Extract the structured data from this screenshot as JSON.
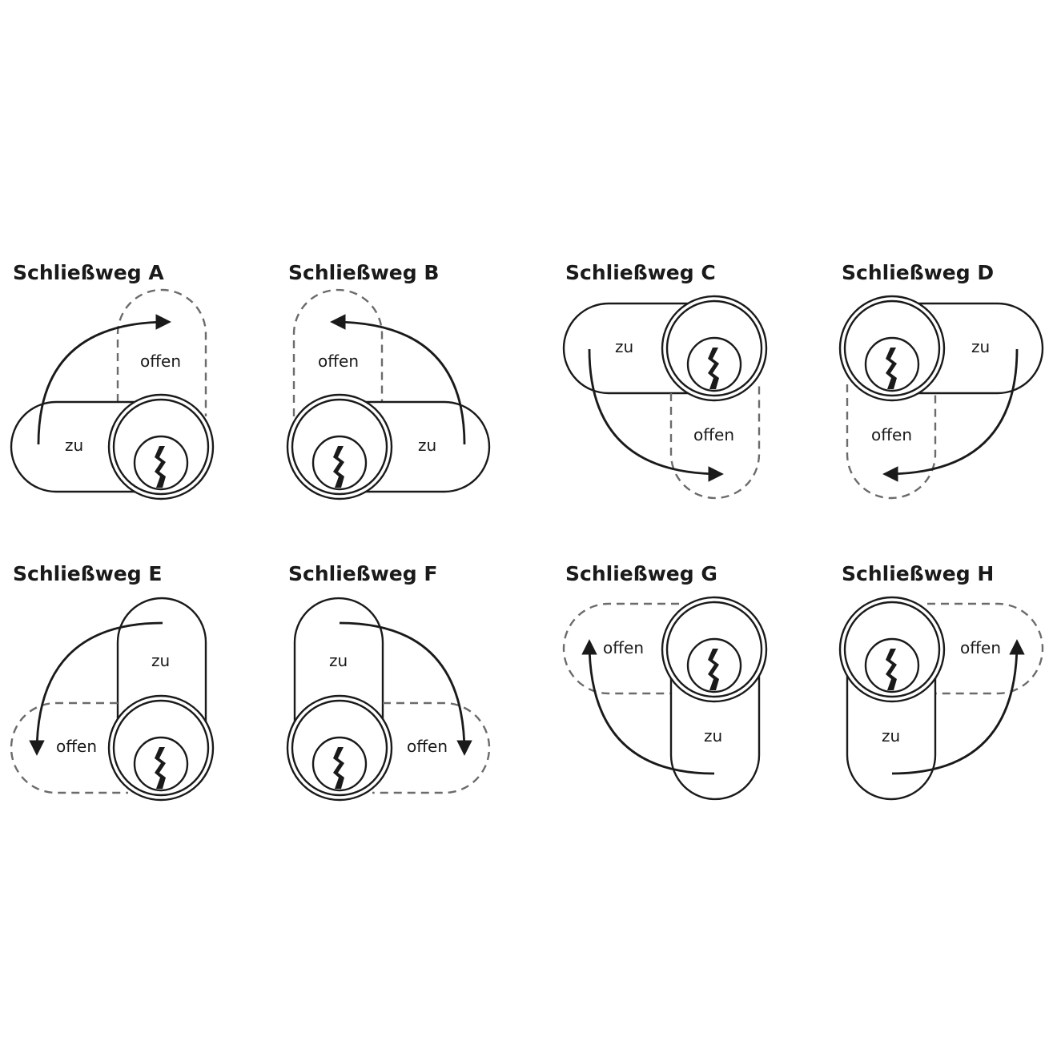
{
  "diagrams": [
    {
      "title": "Schließweg A",
      "zu_label": "zu",
      "offen_label": "offen"
    },
    {
      "title": "Schließweg B",
      "zu_label": "zu",
      "offen_label": "offen"
    },
    {
      "title": "Schließweg C",
      "zu_label": "zu",
      "offen_label": "offen"
    },
    {
      "title": "Schließweg D",
      "zu_label": "zu",
      "offen_label": "offen"
    },
    {
      "title": "Schließweg E",
      "zu_label": "zu",
      "offen_label": "offen"
    },
    {
      "title": "Schließweg F",
      "zu_label": "zu",
      "offen_label": "offen"
    },
    {
      "title": "Schließweg G",
      "zu_label": "zu",
      "offen_label": "offen"
    },
    {
      "title": "Schließweg H",
      "zu_label": "zu",
      "offen_label": "offen"
    }
  ],
  "colors": {
    "line": "#1a1a1a",
    "dashed": "#6b6b6b",
    "background": "#ffffff"
  }
}
